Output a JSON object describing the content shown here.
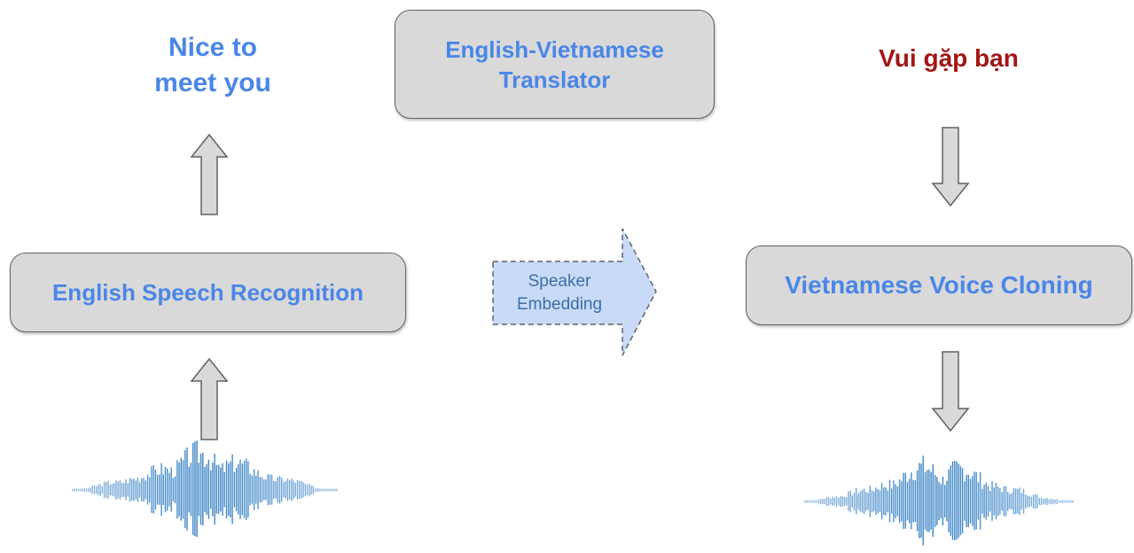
{
  "input_text": {
    "line1": "Nice to",
    "line2": "meet you",
    "color": "#4a86e8"
  },
  "translator": {
    "line1": "English-Vietnamese",
    "line2": "Translator"
  },
  "output_text": {
    "label": "Vui gặp bạn",
    "color": "#a31515"
  },
  "speech_recognition": {
    "label": "English Speech Recognition"
  },
  "speaker_embedding": {
    "line1": "Speaker",
    "line2": "Embedding",
    "fill": "#c9daf8"
  },
  "voice_cloning": {
    "label": "Vietnamese Voice Cloning"
  },
  "colors": {
    "box_fill": "#d9d9d9",
    "box_text": "#4a86e8",
    "arrow_fill": "#d9d9d9",
    "waveform": "#3d85c6"
  },
  "icons": {
    "input_audio": "waveform-icon",
    "output_audio": "waveform-icon"
  }
}
